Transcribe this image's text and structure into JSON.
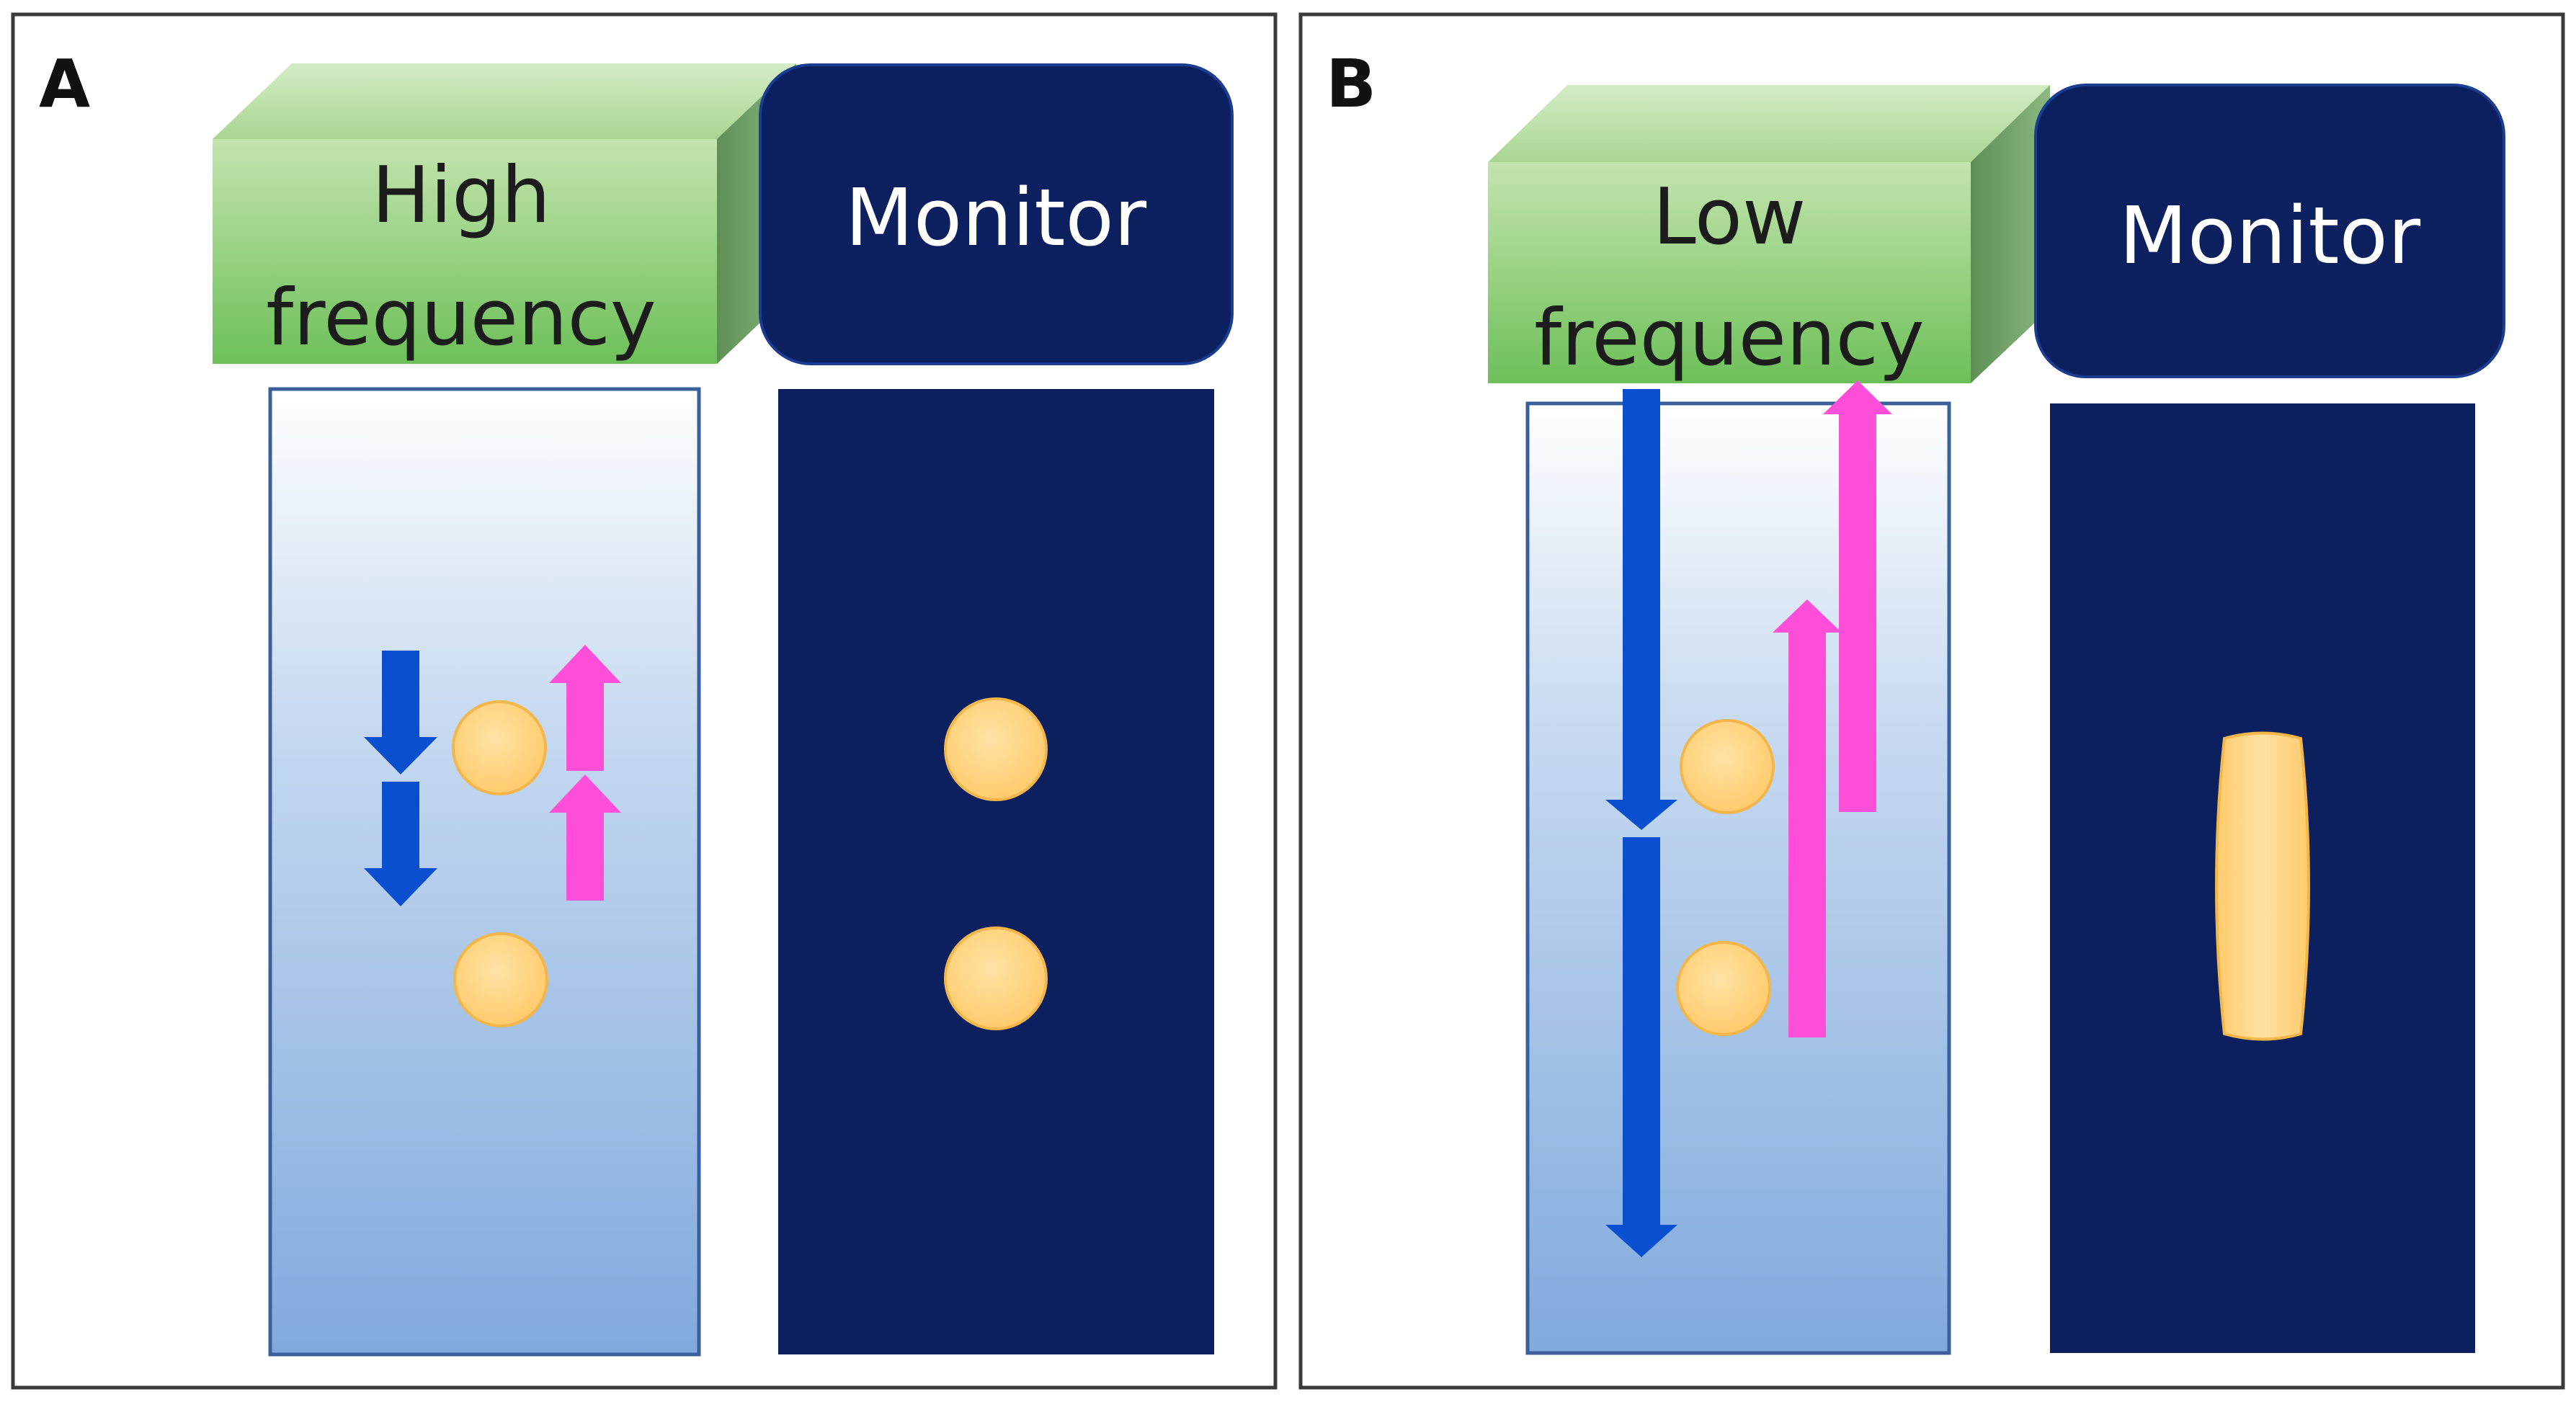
{
  "panels": [
    {
      "letter": "A",
      "box_label_line1": "High",
      "box_label_line2": "frequency",
      "monitor_label": "Monitor"
    },
    {
      "letter": "B",
      "box_label_line1": "Low",
      "box_label_line2": "frequency",
      "monitor_label": "Monitor"
    }
  ],
  "colors": {
    "panel_border": "#333333",
    "box_green_front_top": "#c6e5b0",
    "box_green_front_bottom": "#6fc25a",
    "box_green_top": "#b8dea5",
    "box_green_side": "#6e9a64",
    "monitor_navy": "#0c1f5e",
    "tube_top": "#ffffff",
    "tube_bottom": "#7ea9dc",
    "tube_border": "#3a5f9a",
    "arrow_blue": "#0a4fd0",
    "arrow_magenta": "#ff4fd8",
    "particle_fill": "#ffd27c",
    "particle_stroke": "#f5b84d"
  }
}
